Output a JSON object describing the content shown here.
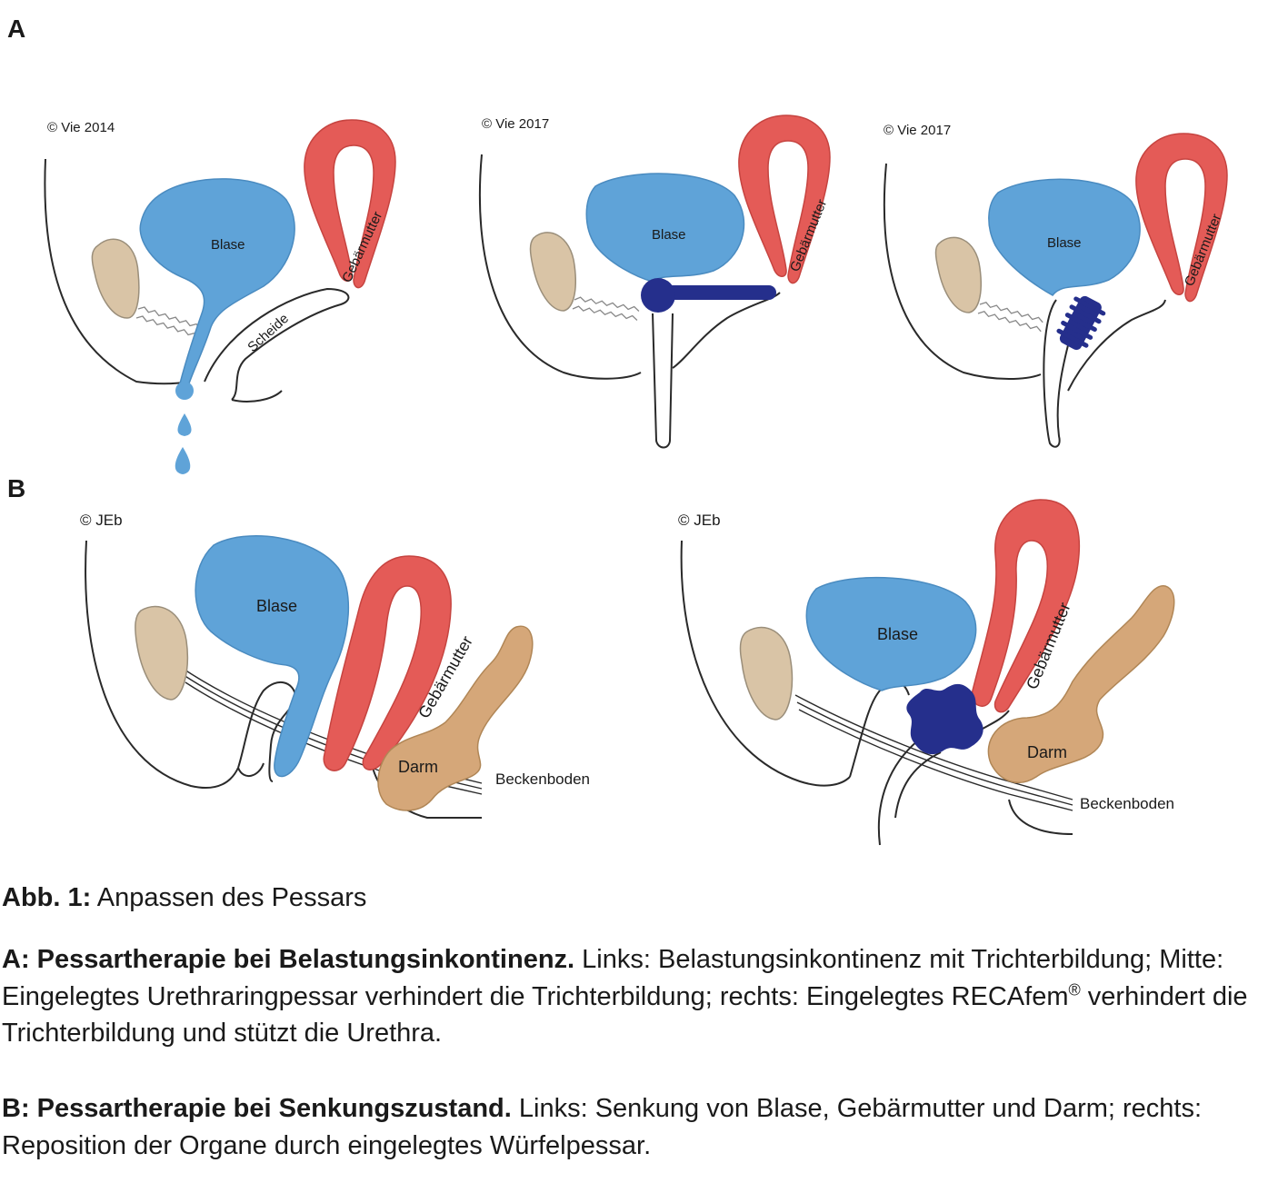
{
  "panel_labels": {
    "a": "A",
    "b": "B"
  },
  "colors": {
    "bladder": "#5fa3d8",
    "uterus": "#e45b57",
    "bone": "#d9c4a6",
    "bowel": "#d5a779",
    "pessary": "#252f8c",
    "outline": "#2a2a2a"
  },
  "a_left": {
    "copyright": "© Vie 2014",
    "bladder": "Blase",
    "uterus": "Gebärmutter",
    "vagina": "Scheide"
  },
  "a_mid": {
    "copyright": "© Vie 2017",
    "bladder": "Blase",
    "uterus": "Gebärmutter"
  },
  "a_right": {
    "copyright": "© Vie 2017",
    "bladder": "Blase",
    "uterus": "Gebärmutter"
  },
  "b_left": {
    "copyright": "© JEb",
    "bladder": "Blase",
    "uterus": "Gebärmutter",
    "bowel": "Darm",
    "pelvic_floor": "Beckenboden"
  },
  "b_right": {
    "copyright": "© JEb",
    "bladder": "Blase",
    "uterus": "Gebärmutter",
    "bowel": "Darm",
    "pelvic_floor": "Beckenboden"
  },
  "caption": {
    "title_bold": "Abb. 1:",
    "title_rest": " Anpassen des Pessars",
    "a_bold": "A: Pessartherapie bei Belastungsinkontinenz.",
    "a_rest": " Links: Belastungsinkontinenz mit Trichterbildung; Mitte: Eingelegtes Urethraringpessar verhindert die Trichterbildung; rechts: Eingelegtes RECAfem",
    "a_sup": "®",
    "a_rest2": " verhindert die Trichterbildung und stützt die Urethra.",
    "b_bold": "B: Pessartherapie bei Senkungszustand.",
    "b_rest": " Links: Senkung von Blase, Gebärmutter und Darm; rechts: Reposition der Organe durch eingelegtes Würfelpessar."
  }
}
